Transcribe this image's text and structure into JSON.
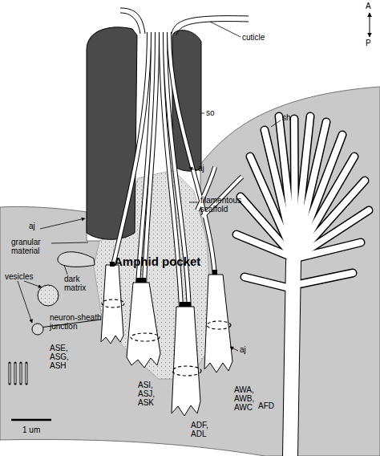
{
  "diagram": {
    "labels": [
      "A",
      "P",
      "cuticle",
      "so",
      "sh",
      "aj",
      "aj",
      "granular material",
      "filamentous scaffold",
      "Amphid pocket",
      "dark matrix",
      "vesicles",
      "neuron-sheath junction",
      "ASE, ASG, ASH",
      "1 um",
      "ASI, ASJ, ASK",
      "aj",
      "AWA, AWB, AWC",
      "AFD",
      "ADF, ADL"
    ]
  }
}
